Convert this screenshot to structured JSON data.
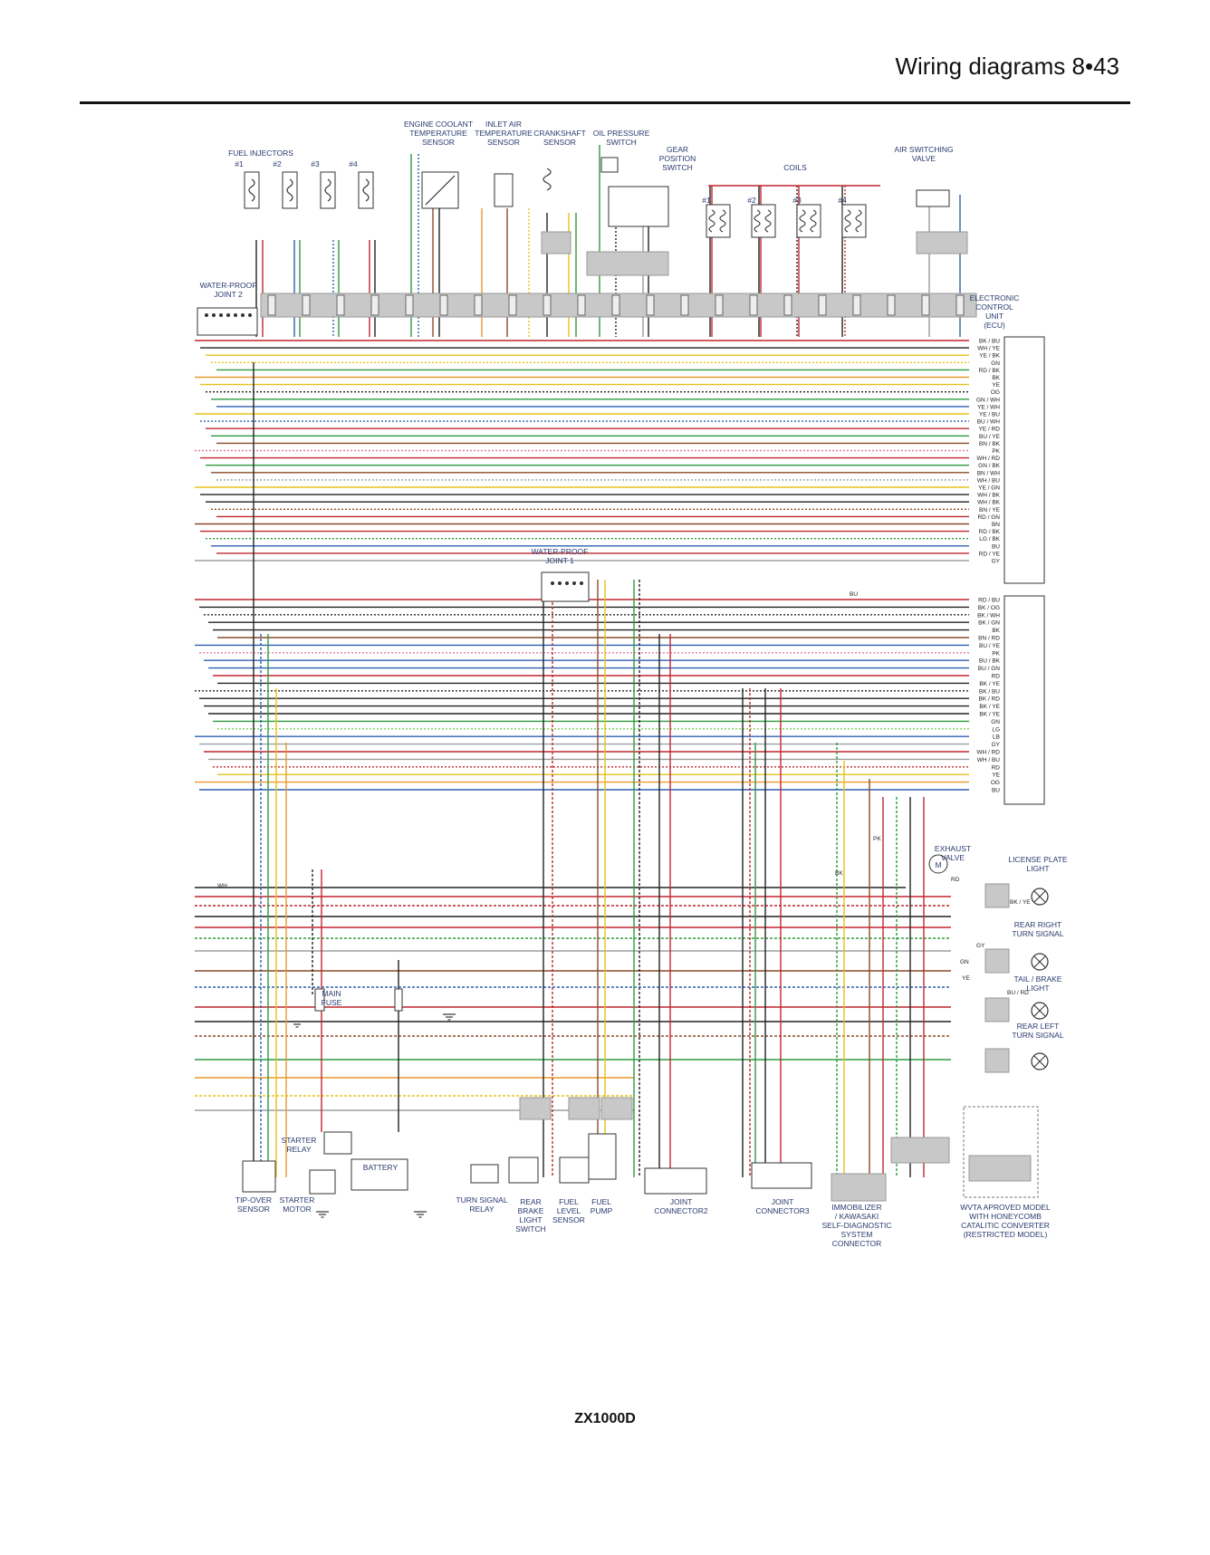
{
  "header": {
    "title": "Wiring diagrams  8•43"
  },
  "footer": {
    "model": "ZX1000D"
  },
  "colors": {
    "red": "#c0272d",
    "black": "#222222",
    "green": "#2e9b3f",
    "yellow": "#e6c21a",
    "orange": "#e89a2c",
    "blue": "#2f5fb0",
    "brown": "#8a4b2a",
    "white_wire": "#9a9a9a",
    "grey": "#9aa0a6",
    "pink": "#e07aa8",
    "light_green": "#7ccf5a",
    "label_blue": "#2a3a6e",
    "connector_grey": "#c8c8c8"
  },
  "components": {
    "fuel_injectors": [
      "FUEL INJECTORS",
      "#1",
      "#2",
      "#3",
      "#4"
    ],
    "engine_coolant": [
      "ENGINE COOLANT",
      "TEMPERATURE",
      "SENSOR"
    ],
    "inlet_air": [
      "INLET AIR",
      "TEMPERATURE",
      "SENSOR"
    ],
    "crankshaft": [
      "CRANKSHAFT",
      "SENSOR"
    ],
    "oil_pressure": [
      "OIL PRESSURE",
      "SWITCH"
    ],
    "gear_position": [
      "GEAR",
      "POSITION",
      "SWITCH"
    ],
    "coils": [
      "COILS",
      "#1",
      "#2",
      "#3",
      "#4"
    ],
    "air_switching": [
      "AIR SWITCHING",
      "VALVE"
    ],
    "wp_joint2": [
      "WATER-PROOF",
      "JOINT 2"
    ],
    "wp_joint1": [
      "WATER-PROOF",
      "JOINT 1"
    ],
    "ecu": [
      "ELECTRONIC",
      "CONTROL",
      "UNIT",
      "(ECU)"
    ],
    "exhaust_valve": [
      "EXHAUST",
      "VALVE"
    ],
    "license_plate": [
      "LICENSE PLATE",
      "LIGHT"
    ],
    "rear_right_turn": [
      "REAR RIGHT",
      "TURN SIGNAL"
    ],
    "tail_brake": [
      "TAIL / BRAKE",
      "LIGHT"
    ],
    "rear_left_turn": [
      "REAR LEFT",
      "TURN SIGNAL"
    ],
    "main_fuse": [
      "MAIN",
      "FUSE"
    ],
    "starter_relay": [
      "STARTER",
      "RELAY"
    ],
    "battery": [
      "BATTERY"
    ],
    "tip_over": [
      "TIP-OVER",
      "SENSOR"
    ],
    "starter_motor": [
      "STARTER",
      "MOTOR"
    ],
    "turn_signal_relay": [
      "TURN SIGNAL",
      "RELAY"
    ],
    "rear_brake": [
      "REAR",
      "BRAKE",
      "LIGHT",
      "SWITCH"
    ],
    "fuel_level": [
      "FUEL",
      "LEVEL",
      "SENSOR"
    ],
    "fuel_pump": [
      "FUEL",
      "PUMP"
    ],
    "joint_connector2": [
      "JOINT",
      "CONNECTOR2"
    ],
    "joint_connector3": [
      "JOINT",
      "CONNECTOR3"
    ],
    "immobilizer": [
      "IMMOBILIZER",
      "/ KAWASAKI",
      "SELF-DIAGNOSTIC",
      "SYSTEM",
      "CONNECTOR"
    ],
    "wvta": [
      "WVTA APROVED MODEL",
      "WITH HONEYCOMB",
      "CATALITIC CONVERTER",
      "(RESTRICTED MODEL)"
    ]
  },
  "ecu_pins_top": [
    "BK / BU",
    "WH / YE",
    "YE / BK",
    "GN",
    "RD / BK",
    "BK",
    "YE",
    "OG",
    "GN / WH",
    "YE / WH",
    "YE / BU",
    "BU / WH",
    "YE / RD",
    "BU / YE",
    "BN / BK",
    "PK",
    "WH / RD",
    "GN / BK",
    "BN / WH",
    "WH / BU",
    "YE / GN",
    "WH / BK",
    "WH / BK",
    "BN / YE",
    "RD / GN",
    "BN",
    "RD / BK",
    "LG / BK",
    "BU",
    "RD / YE",
    "GY"
  ],
  "ecu_pins_bottom": [
    "RD / BU",
    "BK / OG",
    "BK / WH",
    "BK / GN",
    "BK",
    "BN / RD",
    "BU / YE",
    "PK",
    "BU / BK",
    "BU / GN",
    "RD",
    "BK / YE",
    "BK / BU",
    "BK / RD",
    "BK / YE",
    "BK / YE",
    "GN",
    "LG",
    "LB",
    "GY",
    "WH / RD",
    "WH / BU",
    "RD",
    "YE",
    "OG",
    "BU"
  ],
  "misc_labels": [
    "WH",
    "RD",
    "BK",
    "BK / YE",
    "BU / RD",
    "GN",
    "GY",
    "YE",
    "PK",
    "BU"
  ]
}
